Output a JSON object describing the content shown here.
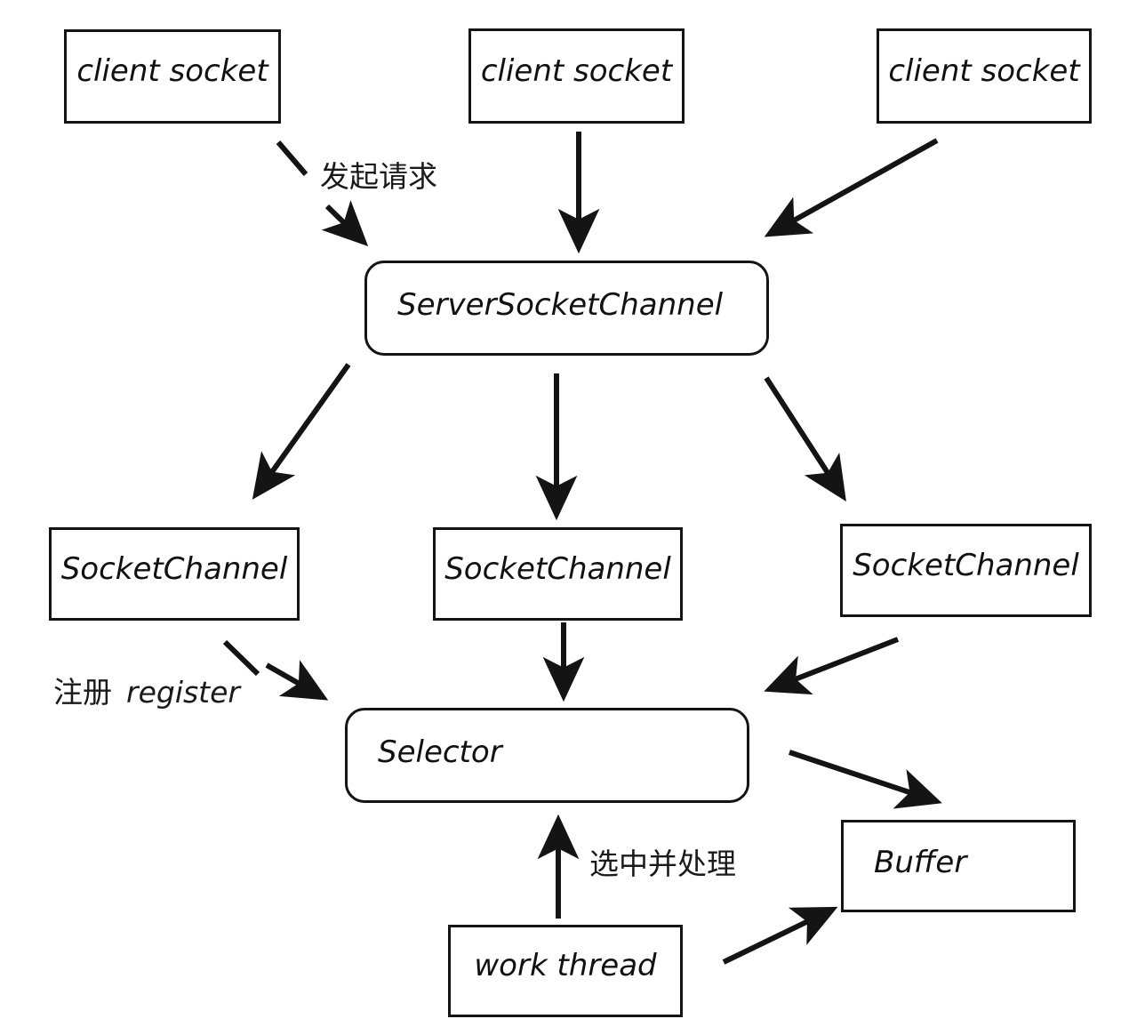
{
  "diagram": {
    "title": "Java NIO ServerSocketChannel Selector flow",
    "stroke_color": "#141414",
    "background_color": "#ffffff",
    "nodes": {
      "client_socket_1": "client socket",
      "client_socket_2": "client socket",
      "client_socket_3": "client socket",
      "server_socket_channel": "ServerSocketChannel",
      "socket_channel_1": "SocketChannel",
      "socket_channel_2": "SocketChannel",
      "socket_channel_3": "SocketChannel",
      "selector": "Selector",
      "buffer": "Buffer",
      "work_thread": "work thread"
    },
    "edge_labels": {
      "request": "发起请求",
      "register_cn": "注册",
      "register_en": "register",
      "select_and_handle": "选中并处理"
    }
  }
}
